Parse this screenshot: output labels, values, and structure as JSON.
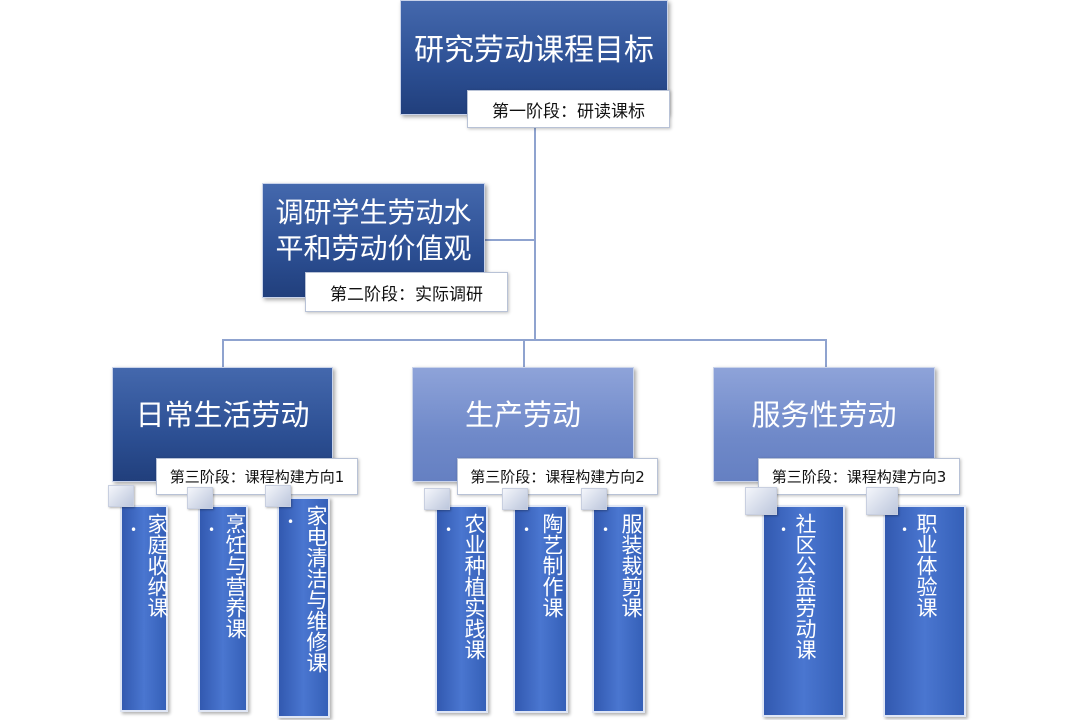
{
  "root": {
    "title": "研究劳动课程目标",
    "stage": "第一阶段：研读课标"
  },
  "survey": {
    "title": "调研学生劳动水平和劳动价值观",
    "stage": "第二阶段：实际调研"
  },
  "directions": [
    {
      "title": "日常生活劳动",
      "stage": "第三阶段：课程构建方向1",
      "courses": [
        "家庭收纳课",
        "烹饪与营养课",
        "家电清洁与维修课"
      ]
    },
    {
      "title": "生产劳动",
      "stage": "第三阶段：课程构建方向2",
      "courses": [
        "农业种植实践课",
        "陶艺制作课",
        "服装裁剪课"
      ]
    },
    {
      "title": "服务性劳动",
      "stage": "第三阶段：课程构建方向3",
      "courses": [
        "社区公益劳动课",
        "职业体验课"
      ]
    }
  ],
  "bullet": "•"
}
